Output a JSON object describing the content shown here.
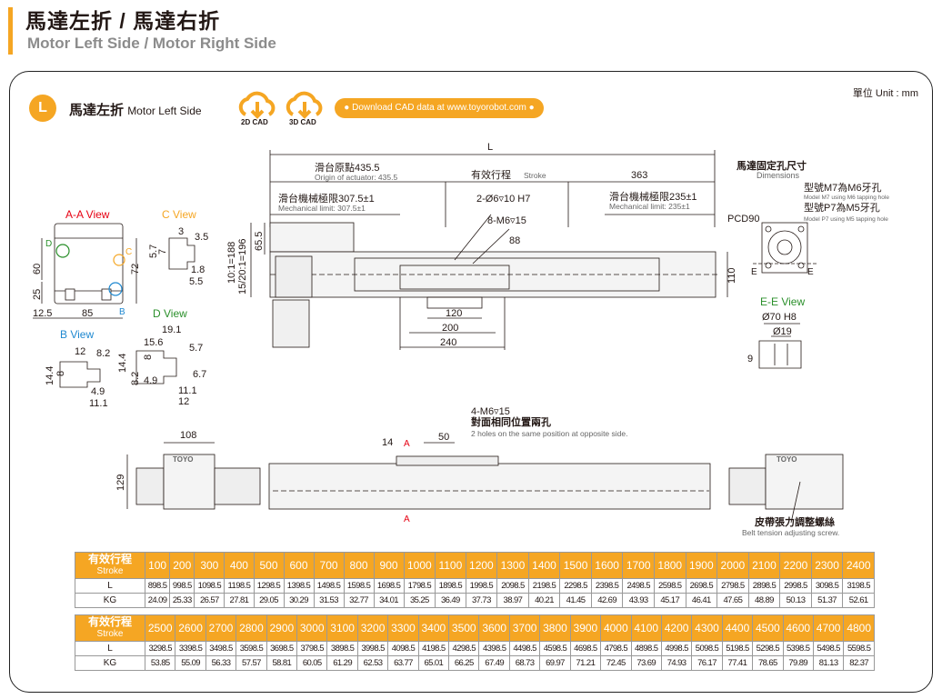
{
  "header": {
    "title": "馬達左折 / 馬達右折",
    "subtitle": "Motor Left Side / Motor Right Side"
  },
  "unit": "單位 Unit : mm",
  "section": {
    "badge": "L",
    "title": "馬達左折",
    "title_en": "Motor Left Side"
  },
  "cad": {
    "btn_2d": "2D CAD",
    "btn_3d": "3D CAD",
    "download": "● Download CAD data at www.toyorobot.com ●"
  },
  "colors": {
    "accent": "#f5a623",
    "accent_text": "#ffffff",
    "marker_red": "#e60012",
    "line": "#231815"
  },
  "drawing": {
    "L": "L",
    "origin_cn": "滑台原點435.5",
    "origin_en": "Origin of actuator: 435.5",
    "stroke_cn": "有效行程",
    "stroke_en": "Stroke",
    "len363": "363",
    "mech_left_cn": "滑台機械極限307.5±1",
    "mech_left_en": "Mechanical limit: 307.5±1",
    "mech_right_cn": "滑台機械極限235±1",
    "mech_right_en": "Mechanical limit: 235±1",
    "hole1": "2-Ø6▿10 H7",
    "hole2": "8-M6▿15",
    "d88": "88",
    "d120": "120",
    "d200": "200",
    "d240": "240",
    "d110": "110",
    "ratio1": "10:1=188",
    "ratio2": "15/20:1=196",
    "d65": "65.5",
    "aa_view": "A-A View",
    "c_view": "C View",
    "d_view": "D View",
    "b_view": "B View",
    "aa_60": "60",
    "aa_25": "25",
    "aa_72": "72",
    "aa_125": "12.5",
    "aa_85": "85",
    "lbl_d": "D",
    "lbl_c": "C",
    "lbl_b": "B",
    "c_3": "3",
    "c_35": "3.5",
    "c_57": "5.7",
    "c_7": "7",
    "c_18": "1.8",
    "c_55": "5.5",
    "d_191": "19.1",
    "d_156": "15.6",
    "d_57": "5.7",
    "d_8": "8",
    "d_144": "14.4",
    "d_82": "8.2",
    "d_49": "4.9",
    "d_67": "6.7",
    "d_111": "11.1",
    "d_12": "12",
    "b_12": "12",
    "b_82": "8.2",
    "b_144": "14.4",
    "b_8": "8",
    "b_49": "4.9",
    "b_111": "11.1",
    "mount_cn": "馬達固定孔尺寸",
    "mount_en": "Dimensions",
    "m7_cn": "型號M7為M6牙孔",
    "m7_en": "Model M7 using M6 tapping hole",
    "p7_cn": "型號P7為M5牙孔",
    "p7_en": "Model P7 using M5 tapping hole",
    "pcd": "PCD90",
    "e_lbl": "E",
    "ee_view": "E-E View",
    "ee_70": "Ø70 H8",
    "ee_19": "Ø19",
    "ee_9": "9",
    "bot_108": "108",
    "bot_129": "129",
    "bot_14": "14",
    "bot_50": "50",
    "bot_A": "A",
    "bot_hole": "4-M6▿15",
    "bot_hole_cn": "對面相同位置兩孔",
    "bot_hole_en": "2 holes on the same position at opposite side.",
    "belt_cn": "皮帶張力調整螺絲",
    "belt_en": "Belt tension adjusting screw.",
    "logo": "TOYO"
  },
  "table1": {
    "head_cn": "有效行程",
    "head_en": "Stroke",
    "strokes": [
      "100",
      "200",
      "300",
      "400",
      "500",
      "600",
      "700",
      "800",
      "900",
      "1000",
      "1100",
      "1200",
      "1300",
      "1400",
      "1500",
      "1600",
      "1700",
      "1800",
      "1900",
      "2000",
      "2100",
      "2200",
      "2300",
      "2400"
    ],
    "rows": [
      {
        "label": "L",
        "values": [
          "898.5",
          "998.5",
          "1098.5",
          "1198.5",
          "1298.5",
          "1398.5",
          "1498.5",
          "1598.5",
          "1698.5",
          "1798.5",
          "1898.5",
          "1998.5",
          "2098.5",
          "2198.5",
          "2298.5",
          "2398.5",
          "2498.5",
          "2598.5",
          "2698.5",
          "2798.5",
          "2898.5",
          "2998.5",
          "3098.5",
          "3198.5"
        ]
      },
      {
        "label": "KG",
        "values": [
          "24.09",
          "25.33",
          "26.57",
          "27.81",
          "29.05",
          "30.29",
          "31.53",
          "32.77",
          "34.01",
          "35.25",
          "36.49",
          "37.73",
          "38.97",
          "40.21",
          "41.45",
          "42.69",
          "43.93",
          "45.17",
          "46.41",
          "47.65",
          "48.89",
          "50.13",
          "51.37",
          "52.61"
        ]
      }
    ]
  },
  "table2": {
    "head_cn": "有效行程",
    "head_en": "Stroke",
    "strokes": [
      "2500",
      "2600",
      "2700",
      "2800",
      "2900",
      "3000",
      "3100",
      "3200",
      "3300",
      "3400",
      "3500",
      "3600",
      "3700",
      "3800",
      "3900",
      "4000",
      "4100",
      "4200",
      "4300",
      "4400",
      "4500",
      "4600",
      "4700",
      "4800"
    ],
    "rows": [
      {
        "label": "L",
        "values": [
          "3298.5",
          "3398.5",
          "3498.5",
          "3598.5",
          "3698.5",
          "3798.5",
          "3898.5",
          "3998.5",
          "4098.5",
          "4198.5",
          "4298.5",
          "4398.5",
          "4498.5",
          "4598.5",
          "4698.5",
          "4798.5",
          "4898.5",
          "4998.5",
          "5098.5",
          "5198.5",
          "5298.5",
          "5398.5",
          "5498.5",
          "5598.5"
        ]
      },
      {
        "label": "KG",
        "values": [
          "53.85",
          "55.09",
          "56.33",
          "57.57",
          "58.81",
          "60.05",
          "61.29",
          "62.53",
          "63.77",
          "65.01",
          "66.25",
          "67.49",
          "68.73",
          "69.97",
          "71.21",
          "72.45",
          "73.69",
          "74.93",
          "76.17",
          "77.41",
          "78.65",
          "79.89",
          "81.13",
          "82.37"
        ]
      }
    ]
  }
}
